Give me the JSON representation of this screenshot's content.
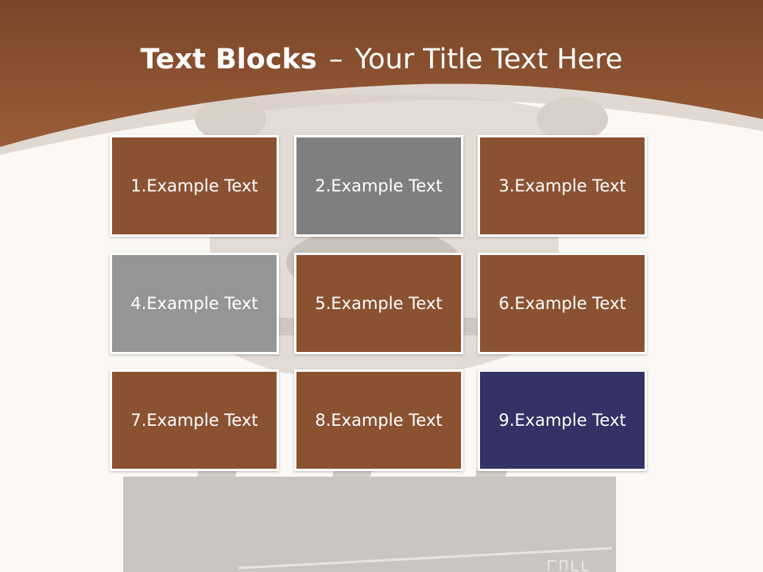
{
  "slide": {
    "title_bold": "Text Blocks",
    "title_separator": "–",
    "title_rest": "Your Title Text Here"
  },
  "colors": {
    "header_brown": "#8a5130",
    "tile_brown": "#8b5232",
    "tile_gray_dark": "#7f7f7f",
    "tile_gray_light": "#959595",
    "tile_navy": "#333165",
    "background": "#fbf8f5"
  },
  "blocks": [
    {
      "label": "1.Example Text",
      "color": "#8b5232"
    },
    {
      "label": "2.Example Text",
      "color": "#7f7f7f"
    },
    {
      "label": "3.Example Text",
      "color": "#8b5232"
    },
    {
      "label": "4.Example Text",
      "color": "#959595"
    },
    {
      "label": "5.Example Text",
      "color": "#8b5232"
    },
    {
      "label": "6.Example Text",
      "color": "#8b5232"
    },
    {
      "label": "7.Example Text",
      "color": "#8b5232"
    },
    {
      "label": "8.Example Text",
      "color": "#8b5232"
    },
    {
      "label": "9.Example Text",
      "color": "#333165"
    }
  ]
}
